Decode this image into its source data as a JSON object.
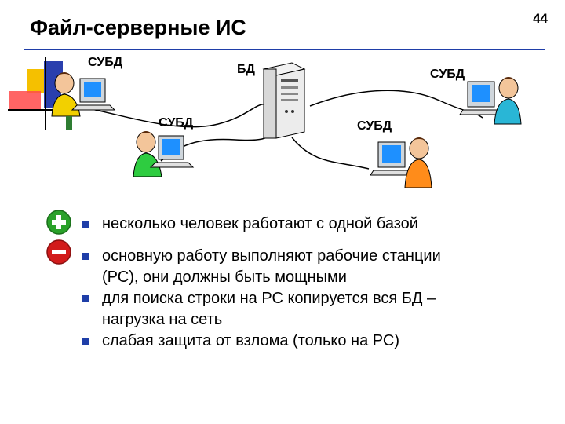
{
  "slide": {
    "title": "Файл-серверные ИС",
    "page_number": "44"
  },
  "diagram": {
    "labels": {
      "top_left": "СУБД",
      "server": "БД",
      "top_right": "СУБД",
      "bottom_left": "СУБД",
      "bottom_middle": "СУБД"
    }
  },
  "bullets": {
    "pros": [
      {
        "text": "несколько человек работают с одной базой"
      }
    ],
    "cons": [
      {
        "line1": "основную работу выполняют рабочие станции",
        "line2": "(РС), они должны быть мощными"
      },
      {
        "line1": "для поиска строки на РС копируется вся БД –",
        "line2": "нагрузка на сеть"
      },
      {
        "line1": "слабая защита от взлома (только на РС)",
        "line2": ""
      }
    ]
  },
  "colors": {
    "rule": "#1f3ea8",
    "plus": "#2aa12a",
    "minus": "#d21b1b",
    "bullet_mark": "#1f3ea8"
  },
  "icons": [
    "plus-icon",
    "minus-icon",
    "server-icon",
    "workstation-icon"
  ]
}
